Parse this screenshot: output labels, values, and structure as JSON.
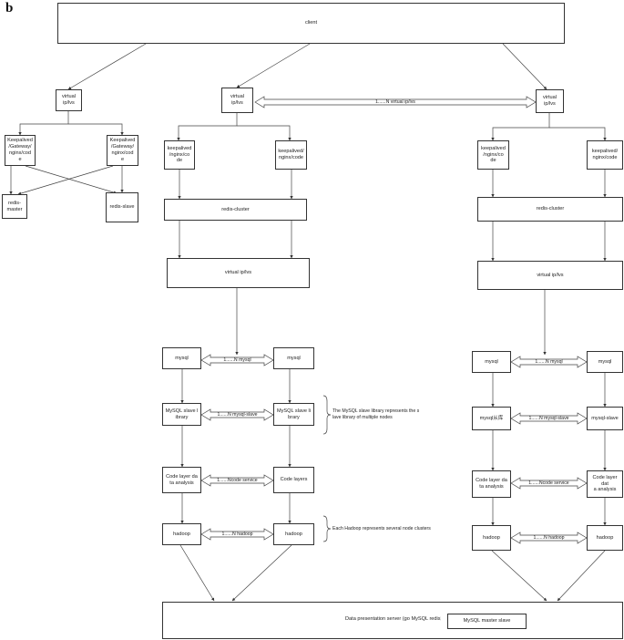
{
  "figure": {
    "panel_label": "b",
    "client": "client",
    "left": {
      "vip": "virtual\nip/lvs",
      "gateway_a": "Keepalived\n/Gateway/\nnginx/cod\ne",
      "gateway_b": "Keepalived\n/Gateway/\nnginx/cod\ne",
      "redis_master": "redis-\nmaster",
      "redis_slave": "redis-slave"
    },
    "mid": {
      "vip": "virtual\nip/lvs",
      "nginx_a": "keepalived\n/nginx/co\nde",
      "nginx_b": "keepalived/\nnginx/code",
      "redis_cluster": "redis-cluster",
      "vip2": "virtual ip/lvs",
      "mysql_a": "mysql",
      "mysql_b": "mysql",
      "slave_a": "MySQL slave l\nibrary",
      "slave_b": "MySQL slave li\nbrary",
      "code_a": "Code layer da\nta analysis",
      "code_b": "Code layers",
      "hadoop_a": "hadoop",
      "hadoop_b": "hadoop"
    },
    "right": {
      "vip": "virtual\nip/lvs",
      "nginx_a": "keepalived\n/nginx/co\nde",
      "nginx_b": "keepalived/\nnginx/code",
      "redis_cluster": "redis-cluster",
      "vip2": "virtual ip/lvs",
      "mysql_a": "mysql",
      "mysql_b": "mysql",
      "slave_a": "mysql从库",
      "slave_b": "mysql-slave",
      "code_a": "Code layer da\nta analysis",
      "code_b": "Code layer dat\na analysis",
      "hadoop_a": "hadoop",
      "hadoop_b": "hadoop"
    },
    "links": {
      "vip_link": "1......N virtual ip/lvs",
      "mid_mysql": "1......N mysql",
      "mid_slave": "1......N mysql-slave",
      "mid_code": "1......Ncode service",
      "mid_hadoop": "1......N hadoop",
      "right_mysql": "1......N mysql",
      "right_slave": "1......N mysql-slave",
      "right_code": "1......Ncode service",
      "right_hadoop": "1......N hadoop"
    },
    "notes": {
      "slave_note": "The MySQL slave library represents the s\nlave library of multiple nodes",
      "hadoop_note": "Each Hadoop represents several node clusters"
    },
    "presentation": {
      "server": "Data presentation server (go MySQL redis)",
      "master_slave": "MySQL master slave"
    }
  }
}
